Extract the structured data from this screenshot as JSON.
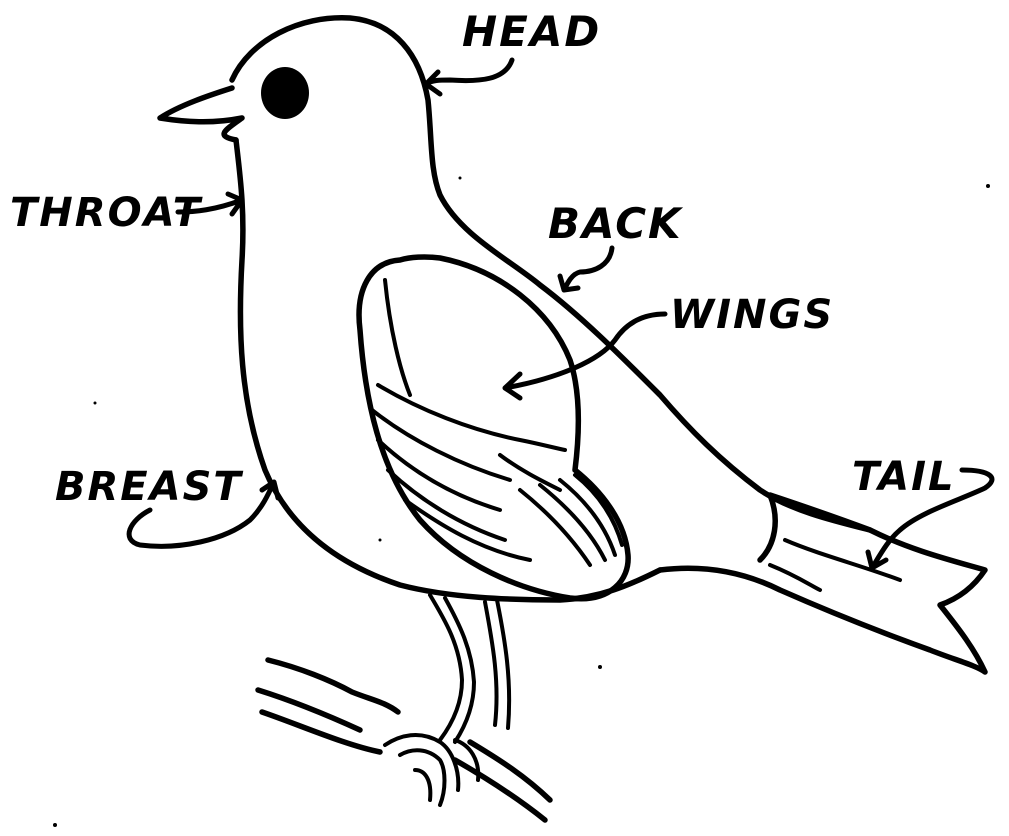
{
  "diagram": {
    "labels": {
      "head": "HEAD",
      "throat": "THROAT",
      "back": "BACK",
      "wings": "WINGS",
      "breast": "BREAST",
      "tail": "TAIL"
    }
  }
}
